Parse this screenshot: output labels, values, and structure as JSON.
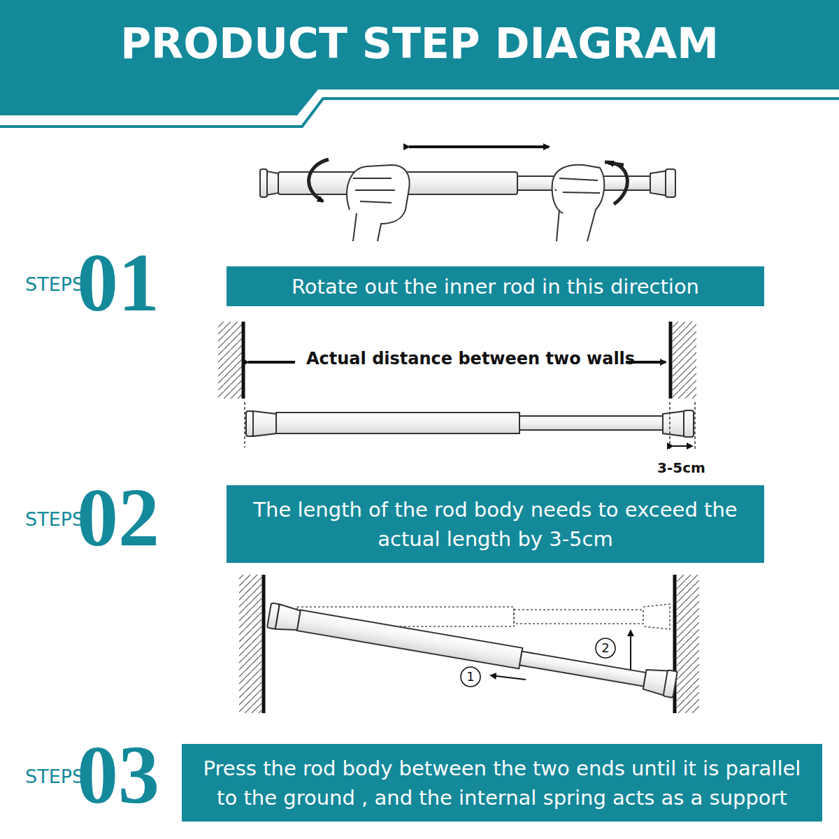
{
  "diagram": {
    "title": "PRODUCT STEP DIAGRAM",
    "nodes": [
      {
        "text": [
          "Rotate out the inner rod in this direction"
        ]
      },
      {
        "text": [
          "The length of the rod body needs to exceed the actual length by 3-5cm"
        ]
      },
      {
        "text": [
          "Press the rod body between the two ends until it is parallel to the ground , and the internal spring acts as a support"
        ]
      }
    ],
    "labels": [
      "STEPS",
      "01",
      "Actual distance between two walls",
      "3-5cm",
      "STEPS",
      "02",
      "1",
      "2",
      "STEPS",
      "03"
    ]
  }
}
